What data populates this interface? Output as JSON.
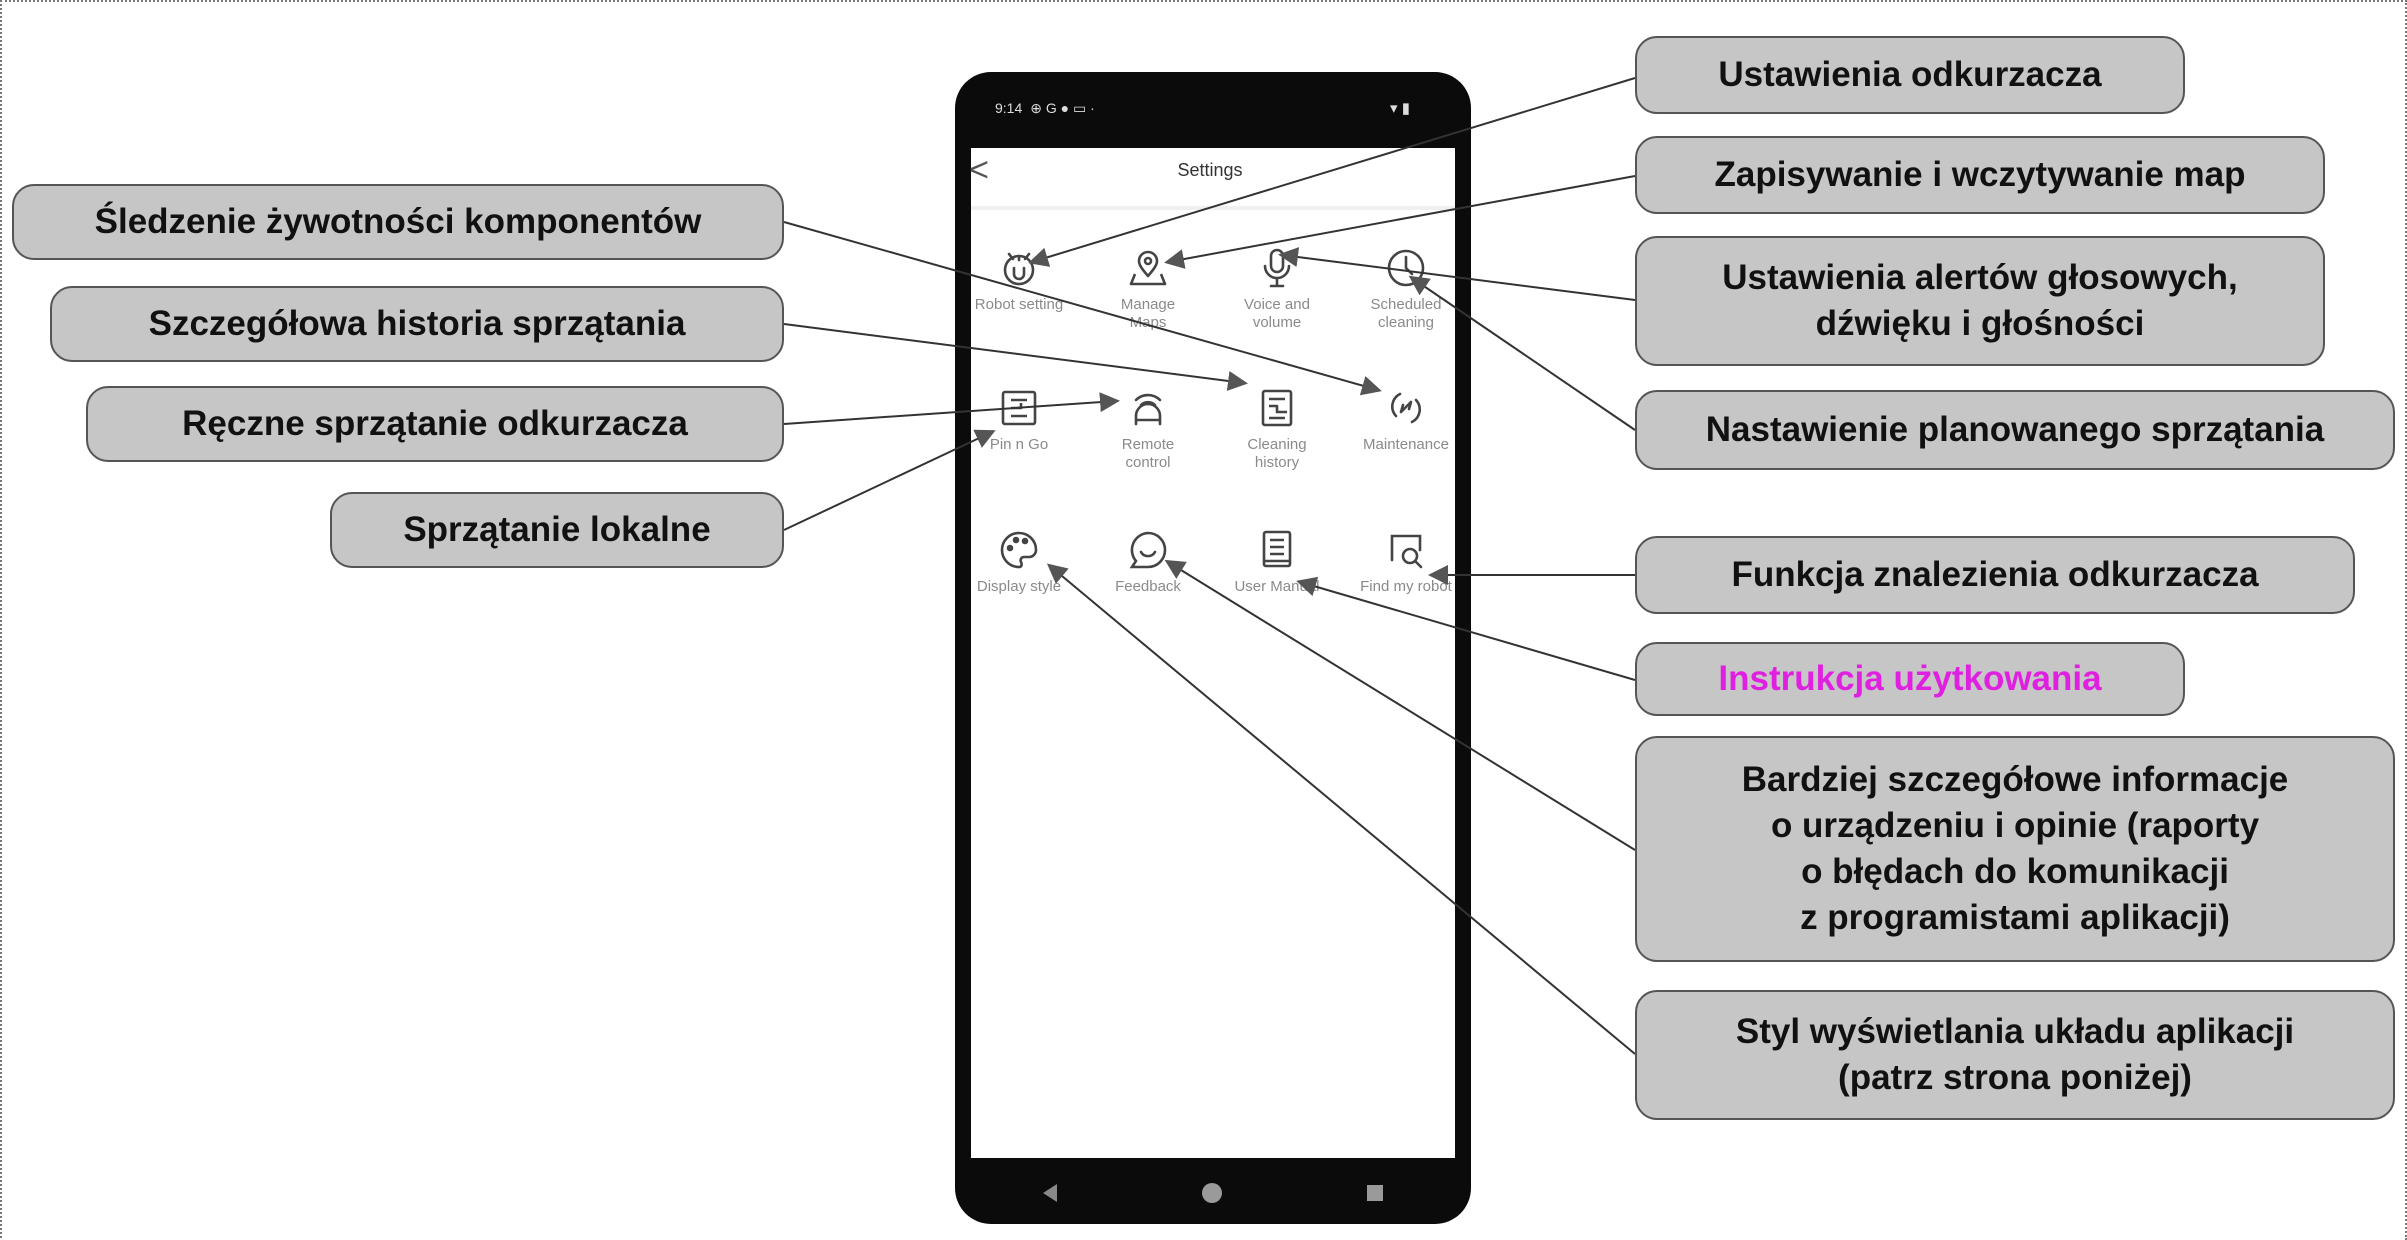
{
  "status_bar": {
    "time": "9:14",
    "left_icons": "⊕ G ● ▭ ·",
    "right_icons": "▾ ▮"
  },
  "screen": {
    "title": "Settings",
    "back_symbol": "<"
  },
  "tiles": [
    {
      "label1": "Robot setting",
      "label2": "",
      "icon": "robot-icon"
    },
    {
      "label1": "Manage",
      "label2": "Maps",
      "icon": "map-pin-icon"
    },
    {
      "label1": "Voice and",
      "label2": "volume",
      "icon": "microphone-icon"
    },
    {
      "label1": "Scheduled",
      "label2": "cleaning",
      "icon": "clock-icon"
    },
    {
      "label1": "Pin n Go",
      "label2": "",
      "icon": "pin-n-go-icon"
    },
    {
      "label1": "Remote",
      "label2": "control",
      "icon": "remote-control-icon"
    },
    {
      "label1": "Cleaning",
      "label2": "history",
      "icon": "history-icon"
    },
    {
      "label1": "Maintenance",
      "label2": "",
      "icon": "wrench-icon"
    },
    {
      "label1": "Display style",
      "label2": "",
      "icon": "palette-icon"
    },
    {
      "label1": "Feedback",
      "label2": "",
      "icon": "feedback-icon"
    },
    {
      "label1": "User Manual",
      "label2": "",
      "icon": "manual-icon"
    },
    {
      "label1": "Find my robot",
      "label2": "",
      "icon": "find-robot-icon"
    }
  ],
  "callouts": {
    "ustawienia_odkurzacza": "Ustawienia odkurzacza",
    "zapisywanie_map": "Zapisywanie i wczytywanie map",
    "alerty_line1": "Ustawienia alertów głosowych,",
    "alerty_line2": "dźwięku i głośności",
    "planowane": "Nastawienie planowanego sprzątania",
    "znalezienie": "Funkcja znalezienia odkurzacza",
    "instrukcja": "Instrukcja użytkowania",
    "info_line1": "Bardziej szczegółowe informacje",
    "info_line2": "o urządzeniu i opinie (raporty",
    "info_line3": "o błędach do komunikacji",
    "info_line4": "z programistami aplikacji)",
    "styl_line1": "Styl wyświetlania układu aplikacji",
    "styl_line2": "(patrz strona poniżej)",
    "sledzenie": "Śledzenie żywotności komponentów",
    "historia": "Szczegółowa historia sprzątania",
    "reczne": "Ręczne sprzątanie odkurzacza",
    "lokalne": "Sprzątanie lokalne"
  },
  "colors": {
    "callout_bg": "#c6c6c6",
    "highlight_text": "#e020e0",
    "phone_body": "#0b0b0b",
    "icon_stroke": "#444444"
  }
}
